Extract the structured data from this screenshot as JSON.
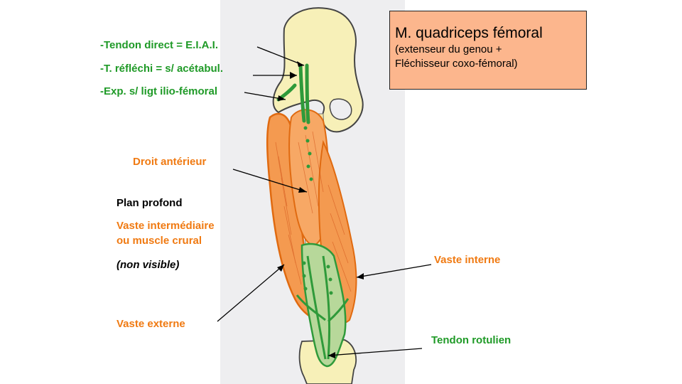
{
  "title": {
    "main": "M. quadriceps fémoral",
    "sub1": "(extenseur du genou +",
    "sub2": "Fléchisseur coxo-fémoral)"
  },
  "labels": {
    "tendon_direct": "-Tendon direct = E.I.A.I.",
    "tendon_reflechi": "-T. réfléchi = s/ acétabul.",
    "expansion": "-Exp. s/ ligt ilio-fémoral",
    "droit_anterieur": "Droit antérieur",
    "plan_profond": "Plan profond",
    "vaste_intermediaire_1": "Vaste intermédiaire",
    "vaste_intermediaire_2": "ou muscle crural",
    "non_visible": "(non visible)",
    "vaste_externe": "Vaste externe",
    "vaste_interne": "Vaste interne",
    "tendon_rotulien": "Tendon rotulien"
  },
  "colors": {
    "green_text": "#1f9a27",
    "orange_text": "#f07a12",
    "title_box": "#fcb68d",
    "bone": "#f7f0b8",
    "muscle": "#f5a05a",
    "tendon": "#2f9a3a"
  }
}
